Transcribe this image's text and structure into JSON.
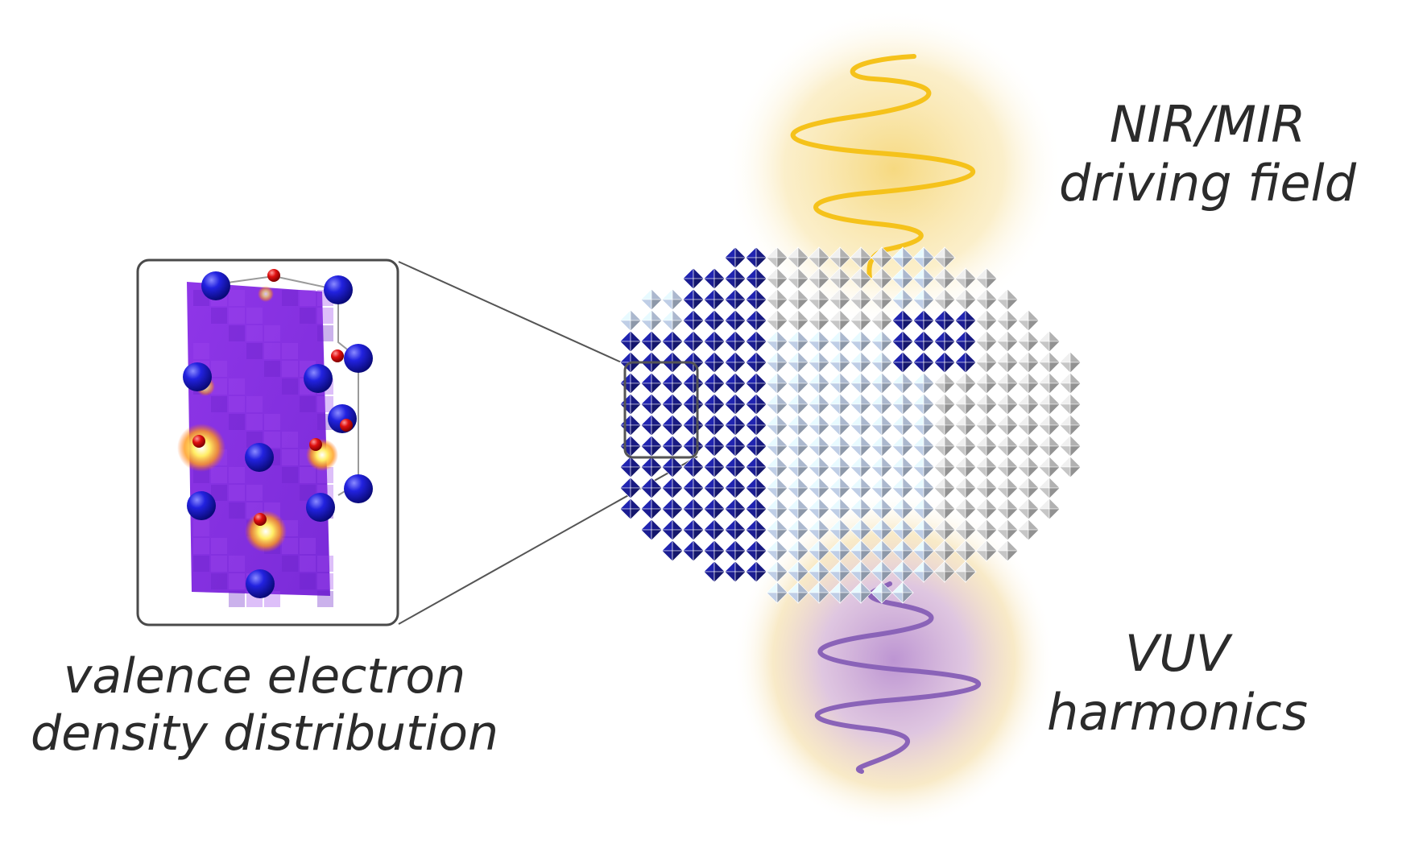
{
  "labels": {
    "driving_field": {
      "line1": "NIR/MIR",
      "line2": "driving field"
    },
    "harmonics": {
      "line1": "VUV",
      "line2": "harmonics"
    },
    "density": {
      "line1": "valence electron",
      "line2": "density distribution"
    }
  },
  "colors": {
    "driving_beam": "#f5c21b",
    "driving_glow": "#f6d77a",
    "harmonic_beam": "#8a63b8",
    "harmonic_glow": "#c9a6d8",
    "crystal_dark": "#1c1f9a",
    "crystal_light": "#c9d9f2",
    "crystal_grey": "#d0d0d0",
    "density_map": "#8a2be2",
    "atom_large": "#1a1ad6",
    "atom_small": "#e01010"
  }
}
